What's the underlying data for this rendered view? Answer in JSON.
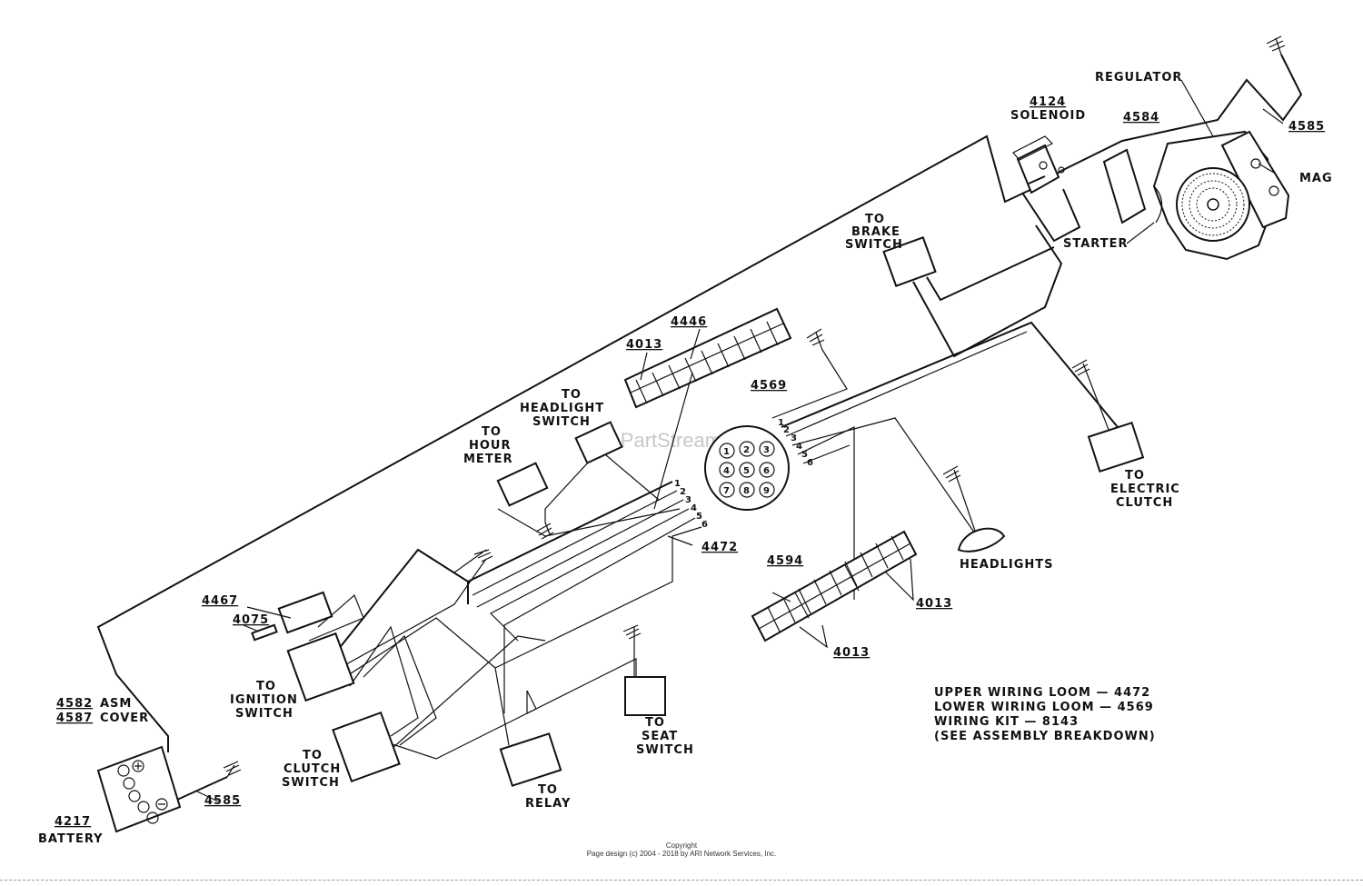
{
  "labels": {
    "regulator": "REGULATOR",
    "solenoid_no": "4124",
    "solenoid": "SOLENOID",
    "p4584": "4584",
    "p4585_top": "4585",
    "mag": "MAG",
    "starter": "STARTER",
    "to_brake_1": "TO",
    "to_brake_2": "BRAKE",
    "to_brake_3": "SWITCH",
    "p4446": "4446",
    "p4013_top": "4013",
    "p4569": "4569",
    "to_headlight_1": "TO",
    "to_headlight_2": "HEADLIGHT",
    "to_headlight_3": "SWITCH",
    "to_hour_1": "TO",
    "to_hour_2": "HOUR",
    "to_hour_3": "METER",
    "to_electric_1": "TO",
    "to_electric_2": "ELECTRIC",
    "to_electric_3": "CLUTCH",
    "headlights": "HEADLIGHTS",
    "p4472": "4472",
    "p4594": "4594",
    "p4013_right": "4013",
    "p4013_bottom": "4013",
    "p4467": "4467",
    "p4075": "4075",
    "to_ignition_1": "TO",
    "to_ignition_2": "IGNITION",
    "to_ignition_3": "SWITCH",
    "to_clutch_1": "TO",
    "to_clutch_2": "CLUTCH",
    "to_clutch_3": "SWITCH",
    "to_seat_1": "TO",
    "to_seat_2": "SEAT",
    "to_seat_3": "SWITCH",
    "to_relay_1": "TO",
    "to_relay_2": "RELAY",
    "p4582": "4582",
    "asm": "ASM",
    "p4587": "4587",
    "cover": "COVER",
    "p4217": "4217",
    "battery": "BATTERY",
    "p4585_bottom": "4585"
  },
  "pins_upper": [
    "1",
    "2",
    "3",
    "4",
    "5",
    "6"
  ],
  "pins_lower": [
    "1",
    "2",
    "3",
    "4",
    "5",
    "6"
  ],
  "connector_pins": [
    "1",
    "2",
    "3",
    "4",
    "5",
    "6",
    "7",
    "8",
    "9"
  ],
  "legend": {
    "line1": "UPPER WIRING LOOM — 4472",
    "line2": "LOWER WIRING LOOM — 4569",
    "line3": "WIRING KIT — 8143",
    "line4": "(SEE ASSEMBLY BREAKDOWN)"
  },
  "watermark": "ARI PartStream™",
  "footer": {
    "line1": "Copyright",
    "line2": "Page design (c) 2004 - 2018 by ARI Network Services, Inc."
  }
}
